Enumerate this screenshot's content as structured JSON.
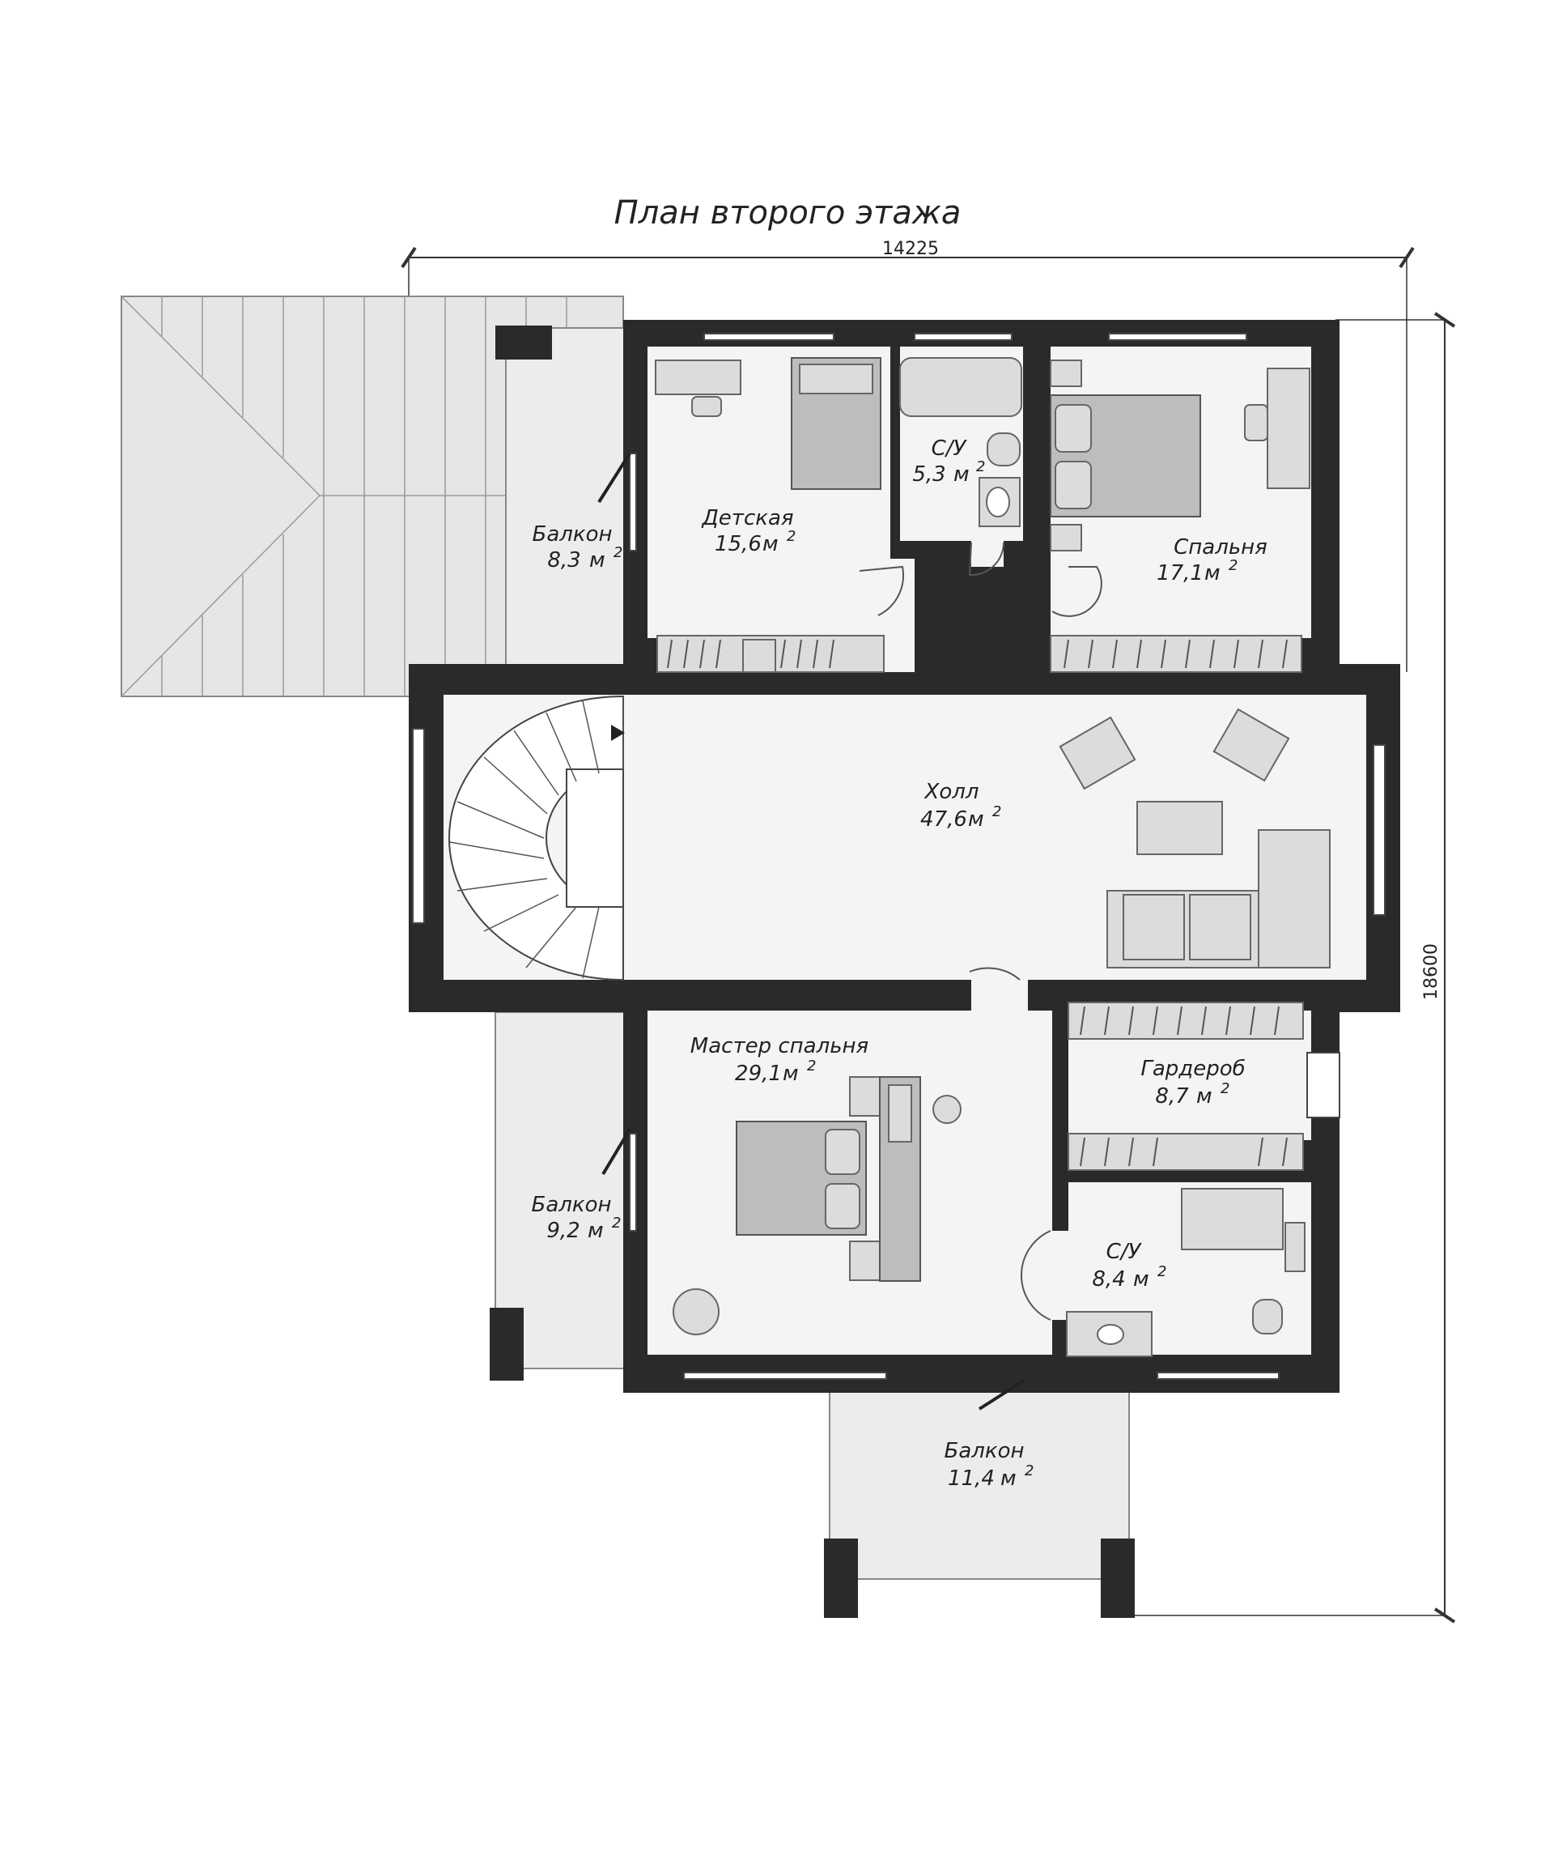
{
  "title": "План второго этажа",
  "dimensions": {
    "width": "14225",
    "height": "18600"
  },
  "unit": "м",
  "rooms": [
    {
      "id": "balcony-1",
      "name": "Балкон",
      "area": "8,3"
    },
    {
      "id": "kids-room",
      "name": "Детская",
      "area": "15,6"
    },
    {
      "id": "bathroom-1",
      "name": "С/У",
      "area": "5,3"
    },
    {
      "id": "bedroom",
      "name": "Спальня",
      "area": "17,1"
    },
    {
      "id": "hall",
      "name": "Холл",
      "area": "47,6"
    },
    {
      "id": "master-bedroom",
      "name": "Мастер спальня",
      "area": "29,1"
    },
    {
      "id": "wardrobe",
      "name": "Гардероб",
      "area": "8,7"
    },
    {
      "id": "balcony-2",
      "name": "Балкон",
      "area": "9,2"
    },
    {
      "id": "bathroom-2",
      "name": "С/У",
      "area": "8,4"
    },
    {
      "id": "balcony-3",
      "name": "Балкон",
      "area": "11,4"
    }
  ],
  "colors": {
    "wall": "#2a2a2b",
    "floor": "#f4f4f4",
    "furniture": "#dcdcdc",
    "roof": "#e4e4e4"
  }
}
